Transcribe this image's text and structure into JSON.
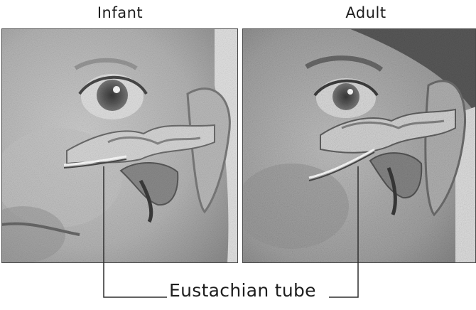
{
  "labels": {
    "infant": "Infant",
    "adult": "Adult",
    "tube": "Eustachian tube"
  }
}
